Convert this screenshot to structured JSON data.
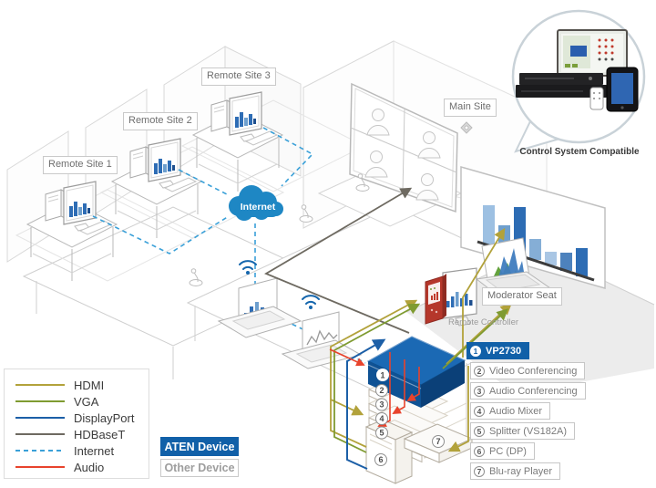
{
  "labels": {
    "internet": "Internet",
    "main_site": "Main Site",
    "moderator_seat": "Moderator Seat",
    "remote_controller": "Remote Controller",
    "control_system": "Control System Compatible"
  },
  "remote_sites": [
    {
      "label": "Remote Site 1"
    },
    {
      "label": "Remote Site 2"
    },
    {
      "label": "Remote Site 3"
    }
  ],
  "devices": {
    "items": [
      {
        "num": "1",
        "label": "VP2730"
      },
      {
        "num": "2",
        "label": "Video Conferencing"
      },
      {
        "num": "3",
        "label": "Audio Conferencing"
      },
      {
        "num": "4",
        "label": "Audio Mixer"
      },
      {
        "num": "5",
        "label": "Splitter (VS182A)"
      },
      {
        "num": "6",
        "label": "PC (DP)"
      },
      {
        "num": "7",
        "label": "Blu-ray Player"
      }
    ]
  },
  "legend": {
    "items": [
      {
        "label": "HDMI",
        "color": "#b2a23b",
        "dash": "none"
      },
      {
        "label": "VGA",
        "color": "#7f9b31",
        "dash": "none"
      },
      {
        "label": "DisplayPort",
        "color": "#1c5fa7",
        "dash": "none"
      },
      {
        "label": "HDBaseT",
        "color": "#6e6a61",
        "dash": "none"
      },
      {
        "label": "Internet",
        "color": "#3aa0d8",
        "dash": "5 4"
      },
      {
        "label": "Audio",
        "color": "#e8432c",
        "dash": "none"
      }
    ]
  },
  "badges": {
    "aten": "ATEN Device",
    "other": "Other Device"
  },
  "colors": {
    "aten_blue": "#1160a8",
    "cloud_blue": "#1e87c4",
    "hdmi": "#b2a23b",
    "vga": "#7f9b31",
    "displayport": "#1c5fa7",
    "hdbaset": "#6e6a61",
    "internet": "#3aa0d8",
    "audio": "#e8432c"
  }
}
